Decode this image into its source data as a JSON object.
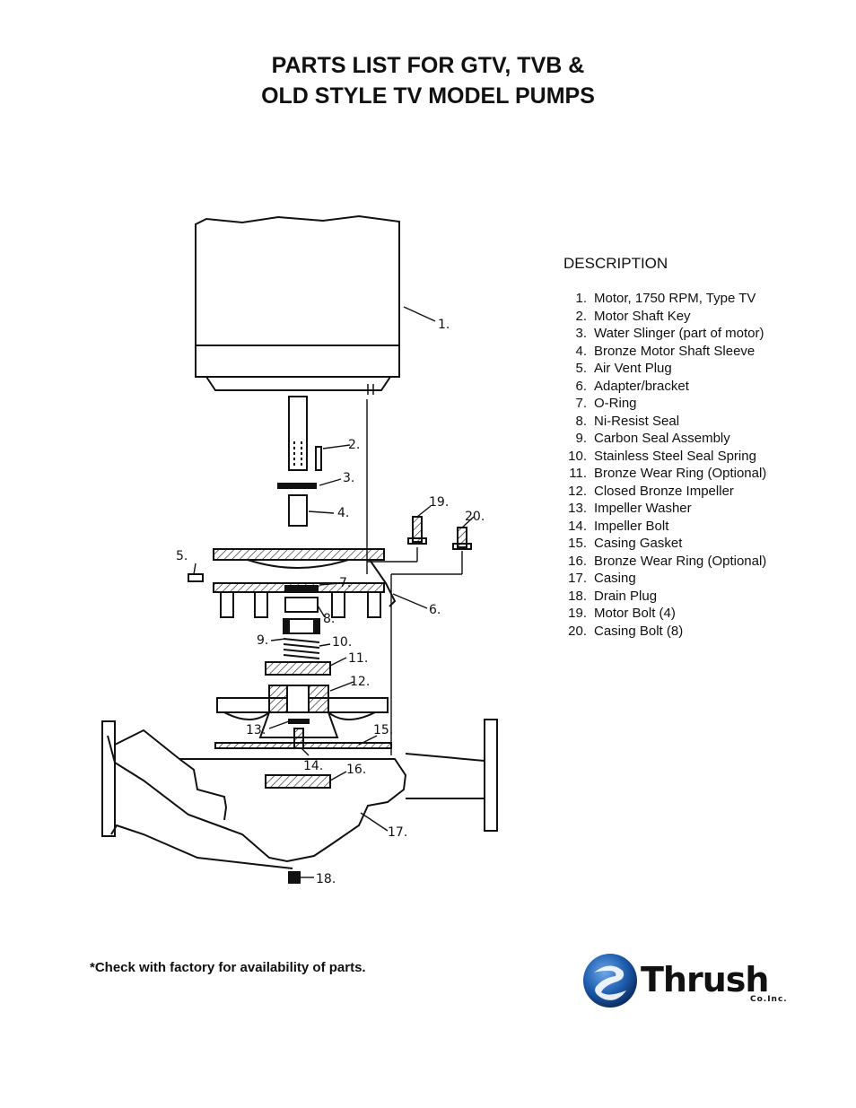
{
  "title": {
    "line1": "PARTS LIST FOR GTV, TVB &",
    "line2": "OLD STYLE TV MODEL PUMPS"
  },
  "description_heading": "DESCRIPTION",
  "parts": [
    {
      "num": "1.",
      "name": "Motor, 1750 RPM, Type TV"
    },
    {
      "num": "2.",
      "name": "Motor Shaft Key"
    },
    {
      "num": "3.",
      "name": "Water Slinger (part of motor)"
    },
    {
      "num": "4.",
      "name": "Bronze Motor Shaft Sleeve"
    },
    {
      "num": "5.",
      "name": "Air Vent Plug"
    },
    {
      "num": "6.",
      "name": "Adapter/bracket"
    },
    {
      "num": "7.",
      "name": "O-Ring"
    },
    {
      "num": "8.",
      "name": "Ni-Resist Seal"
    },
    {
      "num": "9.",
      "name": "Carbon Seal Assembly"
    },
    {
      "num": "10.",
      "name": "Stainless Steel Seal Spring"
    },
    {
      "num": "11.",
      "name": "Bronze Wear Ring (Optional)"
    },
    {
      "num": "12.",
      "name": "Closed Bronze Impeller"
    },
    {
      "num": "13.",
      "name": "Impeller Washer"
    },
    {
      "num": "14.",
      "name": "Impeller Bolt"
    },
    {
      "num": "15.",
      "name": "Casing Gasket"
    },
    {
      "num": "16.",
      "name": "Bronze Wear Ring (Optional)"
    },
    {
      "num": "17.",
      "name": "Casing"
    },
    {
      "num": "18.",
      "name": "Drain Plug"
    },
    {
      "num": "19.",
      "name": "Motor Bolt (4)"
    },
    {
      "num": "20.",
      "name": "Casing Bolt (8)"
    }
  ],
  "diagram_labels": [
    "1.",
    "2.",
    "3.",
    "4.",
    "5.",
    "6.",
    "7.",
    "8.",
    "9.",
    "10.",
    "11.",
    "12.",
    "13.",
    "14.",
    "15.",
    "16.",
    "17.",
    "18.",
    "19.",
    "20."
  ],
  "footnote": "*Check with factory for availability of parts.",
  "logo": {
    "name": "Thrush",
    "suffix": "Co.Inc.",
    "color": "#1f5fb0"
  }
}
